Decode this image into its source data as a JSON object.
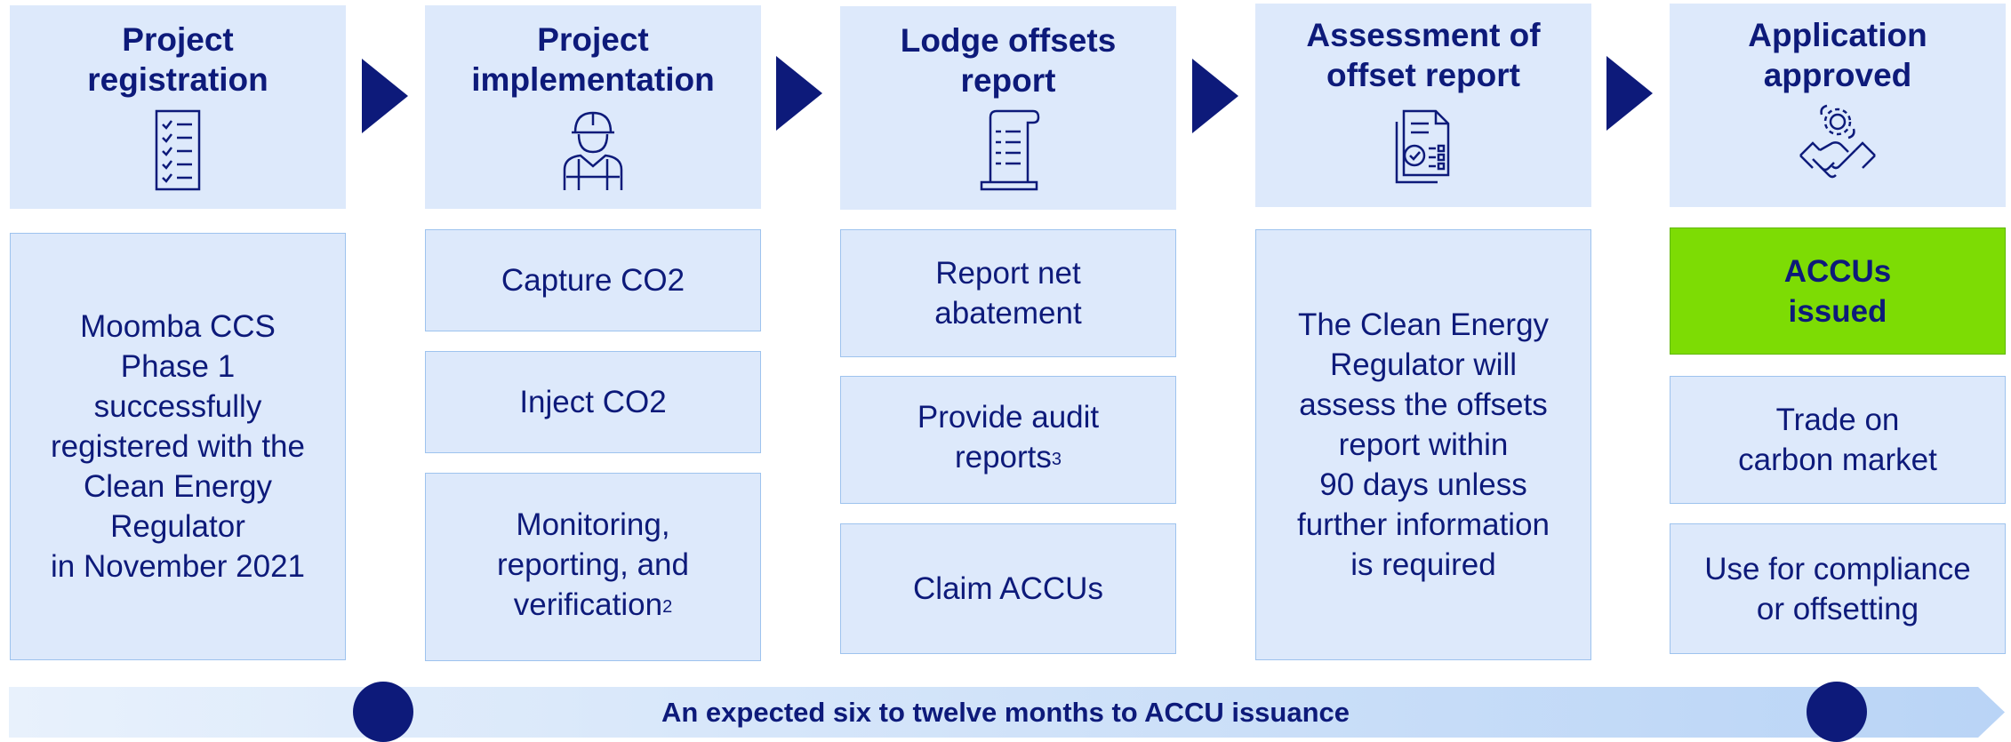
{
  "stages": [
    {
      "title": "Project\nregistration",
      "icon": "checklist-icon"
    },
    {
      "title": "Project\nimplementation",
      "icon": "worker-icon"
    },
    {
      "title": "Lodge offsets\nreport",
      "icon": "scroll-report-icon"
    },
    {
      "title": "Assessment of\noffset report",
      "icon": "document-check-icon"
    },
    {
      "title": "Application\napproved",
      "icon": "handshake-icon"
    }
  ],
  "col1": {
    "text": "Moomba CCS\nPhase 1\nsuccessfully\nregistered with the\nClean Energy\nRegulator\nin November 2021"
  },
  "col2": {
    "capture": "Capture CO2",
    "inject": "Inject CO2",
    "monitoring": "Monitoring,\nreporting, and\nverification",
    "monitoring_note": "2"
  },
  "col3": {
    "report": "Report net\nabatement",
    "audit": "Provide audit\nreports",
    "audit_note": "3",
    "claim": "Claim ACCUs"
  },
  "col4": {
    "text": "The Clean Energy\nRegulator will\nassess the offsets\nreport within\n90 days unless\nfurther information\nis required"
  },
  "col5": {
    "issued": "ACCUs\nissued",
    "trade": "Trade on\ncarbon market",
    "use": "Use for compliance\nor offsetting"
  },
  "timeline": {
    "label": "An expected six to twelve months to ACCU issuance"
  },
  "colors": {
    "navy": "#0d1a7a",
    "panel": "#dde9fb",
    "border": "#9ec3ee",
    "green": "#7ddc04"
  }
}
